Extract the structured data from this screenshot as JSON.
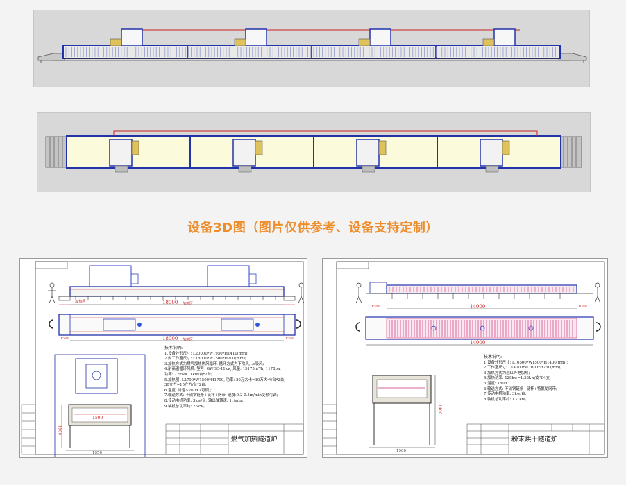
{
  "caption": "设备3D图（图片仅供参考、设备支持定制）",
  "drawing_left": {
    "title": "燃气加热隧道炉",
    "length_label": "18000",
    "zone_label": "加热区",
    "inlet_label": "1500",
    "outlet_label": "1500",
    "section_width_label": "1500",
    "section_bottom_label": "1950",
    "section_height_label": "1900",
    "notes_heading": "技术说明:",
    "notes": [
      "1.设备外形尺寸: L20000*W1950*H1410(mm);",
      "2.内工作室尺寸: L18000*W1500*H200(mm);",
      "3.加热方式为燃气加热热风循环, 循环方式为下吹风, 上吸风;",
      "4.耐高温循环风机: 型号: GWGC-11kw, 风量: 15175m³/h, 1178pa,",
      "功率: 22kw=11kw/台*2台;",
      "5.加热器: L2700*W1500*H1700, 功率: 20万大卡=10万大卡/台*2台,",
      "30立方=15立方/台*2台;",
      "6.温度: 常温~200℃(可调);",
      "7.输送方式: 不锈钢链条+链杆+网带, 速度:0.2-0.5m/min变频可调;",
      "8.传动电机功率: 3kw/台, 输出轴转速: 1r/min;",
      "9.装机总功率约: 25kw。"
    ]
  },
  "drawing_right": {
    "title": "粉末烘干隧道炉",
    "length_label": "14000",
    "inlet_label": "1500",
    "outlet_label": "1000",
    "section_width_label": "1500",
    "section_height_label": "1400",
    "notes_heading": "技术说明:",
    "notes": [
      "1.设备外形尺寸: L16500*W1500*H1400(mm);",
      "2.工作室尺寸: L14000*W1000*H250(mm);",
      "3.加热方式为远红外电加热;",
      "4.加热功率: 128kw=1.53kw/支*84支;",
      "5.温度: 180℃;",
      "6.输送方式: 不锈钢链条+链杆+特氟龙网带;",
      "7.传动电机功率: 3kw/台;",
      "8.装机总功率约: 131kw。"
    ]
  },
  "colors": {
    "caption": "#ee8d2c",
    "frame_blue": "#2233aa",
    "panel_fill": "#fbfbdc",
    "duct_red": "#cc2222",
    "heater_magenta": "#cc3377"
  }
}
